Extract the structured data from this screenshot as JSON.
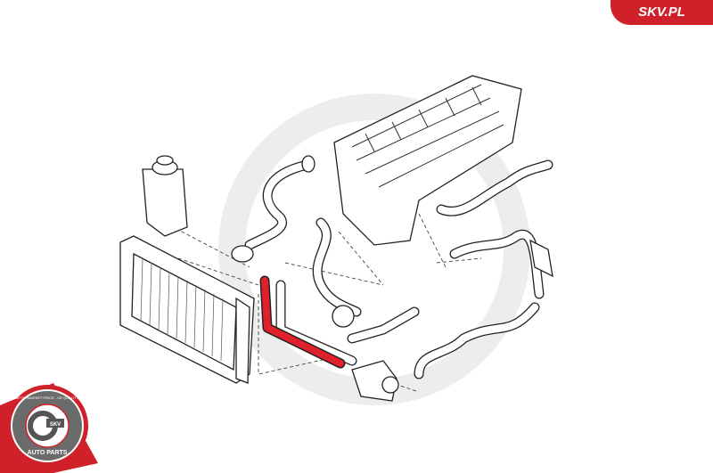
{
  "brand": {
    "label": "SKV.PL",
    "color": "#d0212a"
  },
  "seal": {
    "ring_text": "AFTERMARKET PRICE - OE QUALITY",
    "center_text": "SKV",
    "bottom_text": "AUTO PARTS"
  },
  "highlight_color": "#e0202a"
}
